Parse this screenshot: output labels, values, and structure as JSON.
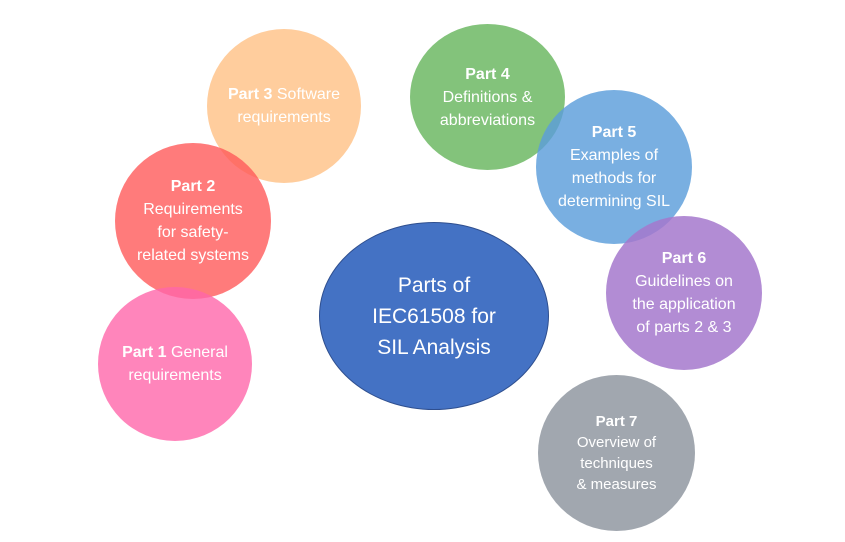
{
  "center": {
    "line1": "Parts of",
    "line2": "IEC61508 for",
    "line3": "SIL Analysis"
  },
  "parts": {
    "p1": {
      "bold": "Part 1",
      "text1": " General",
      "text2": "requirements"
    },
    "p2": {
      "bold": "Part 2",
      "text1": "Requirements",
      "text2": "for safety-",
      "text3": "related systems"
    },
    "p3": {
      "bold": "Part 3",
      "text1": " Software",
      "text2": "requirements"
    },
    "p4": {
      "bold": "Part 4",
      "text1": "Definitions &",
      "text2": "abbreviations"
    },
    "p5": {
      "bold": "Part 5",
      "text1": "Examples of",
      "text2": "methods for",
      "text3": "determining SIL"
    },
    "p6": {
      "bold": "Part 6",
      "text1": "Guidelines on",
      "text2": "the application",
      "text3": "of parts 2 & 3"
    },
    "p7": {
      "bold": "Part 7",
      "text1": "Overview of",
      "text2": "techniques",
      "text3": "& measures"
    }
  },
  "colors": {
    "center": "#4472c4",
    "part1": "#ff66aa",
    "part2": "#ff5a5a",
    "part3": "#ffc48c",
    "part4": "#64b45a",
    "part5": "#5c9eda",
    "part6": "#a578cc",
    "part7": "#8c949e"
  }
}
